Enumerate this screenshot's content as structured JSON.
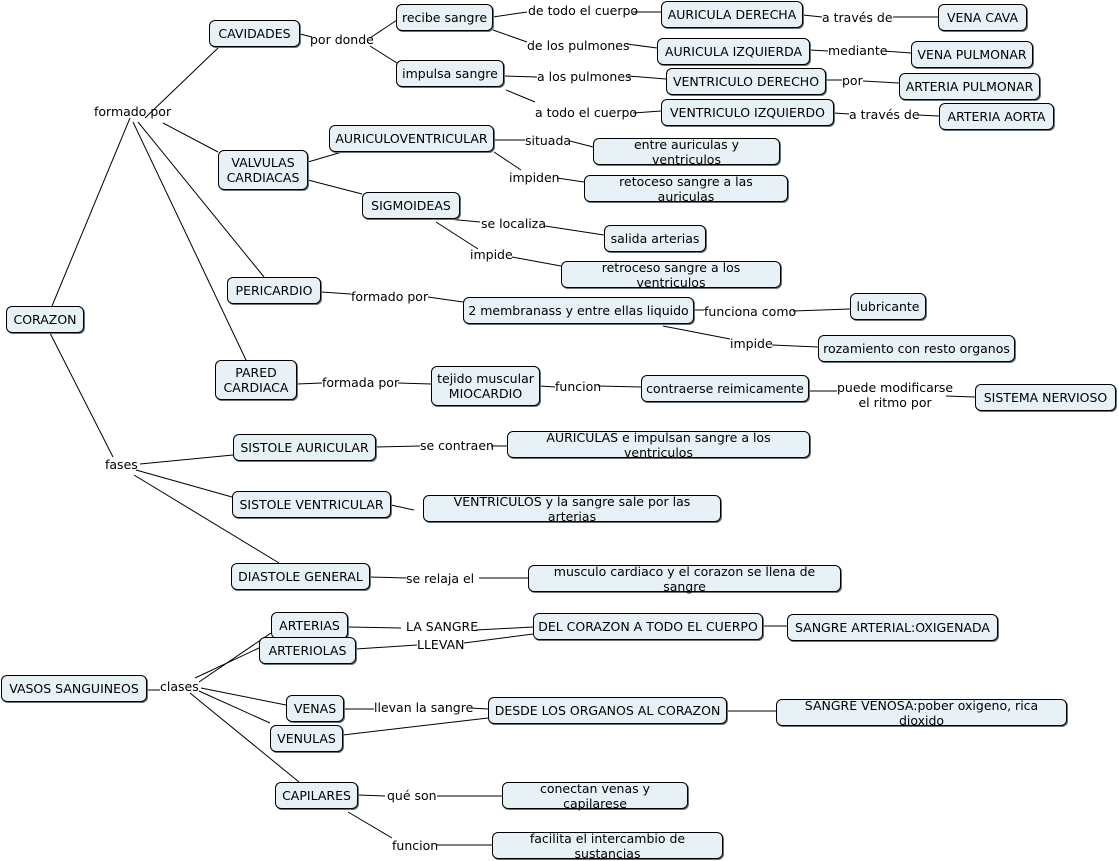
{
  "nodes": {
    "corazon": "CORAZON",
    "cavidades": "CAVIDADES",
    "recibe_sangre": "recibe sangre",
    "impulsa_sangre": "impulsa sangre",
    "auricula_derecha": "AURICULA DERECHA",
    "vena_cava": "VENA CAVA",
    "auricula_izquierda": "AURICULA IZQUIERDA",
    "vena_pulmonar": "VENA PULMONAR",
    "ventriculo_derecho": "VENTRICULO DERECHO",
    "arteria_pulmonar": "ARTERIA PULMONAR",
    "ventriculo_izquierdo": "VENTRICULO IZQUIERDO",
    "arteria_aorta": "ARTERIA AORTA",
    "valvulas": "VALVULAS\nCARDIACAS",
    "auriculoventricular": "AURICULOVENTRICULAR",
    "entre_auriculas": "entre auriculas y ventriculos",
    "retoceso": "retoceso sangre a las auriculas",
    "sigmoideas": "SIGMOIDEAS",
    "salida_arterias": "salida arterias",
    "retroceso_ventriculos": "retroceso sangre a los ventriculos",
    "pericardio": "PERICARDIO",
    "membranas": "2 membranass y entre ellas liquido",
    "lubricante": "lubricante",
    "rozamiento": "rozamiento con resto organos",
    "pared": "PARED\nCARDIACA",
    "tejido": "tejido muscular\nMIOCARDIO",
    "contraerse": "contraerse reimicamente",
    "sistema_nervioso": "SISTEMA NERVIOSO",
    "sistole_auricular": "SISTOLE AURICULAR",
    "auriculas_impulsan": "AURICULAS e impulsan sangre a los ventriculos",
    "sistole_ventricular": "SISTOLE VENTRICULAR",
    "ventriculos_sangre": "VENTRICULOS y la sangre sale por las arterias",
    "diastole": "DIASTOLE GENERAL",
    "musculo": "musculo cardiaco y el corazon se llena de sangre",
    "vasos": "VASOS SANGUINEOS",
    "arterias": "ARTERIAS",
    "arteriolas": "ARTERIOLAS",
    "del_corazon": "DEL CORAZON A TODO EL CUERPO",
    "sangre_arterial": "SANGRE ARTERIAL:OXIGENADA",
    "venas": "VENAS",
    "venulas": "VENULAS",
    "desde_organos": "DESDE LOS ORGANOS AL CORAZON",
    "sangre_venosa": "SANGRE VENOSA:pober oxigeno, rica dioxido",
    "capilares": "CAPILARES",
    "conectan": "conectan venas y capilarese",
    "facilita": "facilita el intercambio de sustancias"
  },
  "links": {
    "formado_por": "formado por",
    "por_donde": "por donde",
    "de_todo_el_cuerpo": "de todo el cuerpo",
    "a_traves_de_1": "a través de",
    "de_los_pulmones": "de los pulmones",
    "mediante": "mediante",
    "a_los_pulmones": "a los pulmones",
    "por": "por",
    "a_todo_el_cuerpo": "a todo el cuerpo",
    "a_traves_de_2": "a través de",
    "situada": "situada",
    "impiden": "impiden",
    "se_localiza": "se localiza",
    "impide_1": "impide",
    "formado_por_2": "formado por",
    "funciona_como": "funciona como",
    "impide_2": "impide",
    "formada_por": "formada por",
    "funcion_1": "funcion",
    "puede_modificarse": "puede modificarse\nel ritmo por",
    "fases": "fases",
    "se_contraen": "se contraen",
    "se_relaja": "se  relaja el",
    "clases": "clases",
    "la_sangre": "LA SANGRE",
    "llevan": "LLEVAN",
    "llevan_la_sangre": "llevan la sangre",
    "que_son": "qué son",
    "funcion_2": "funcion"
  }
}
